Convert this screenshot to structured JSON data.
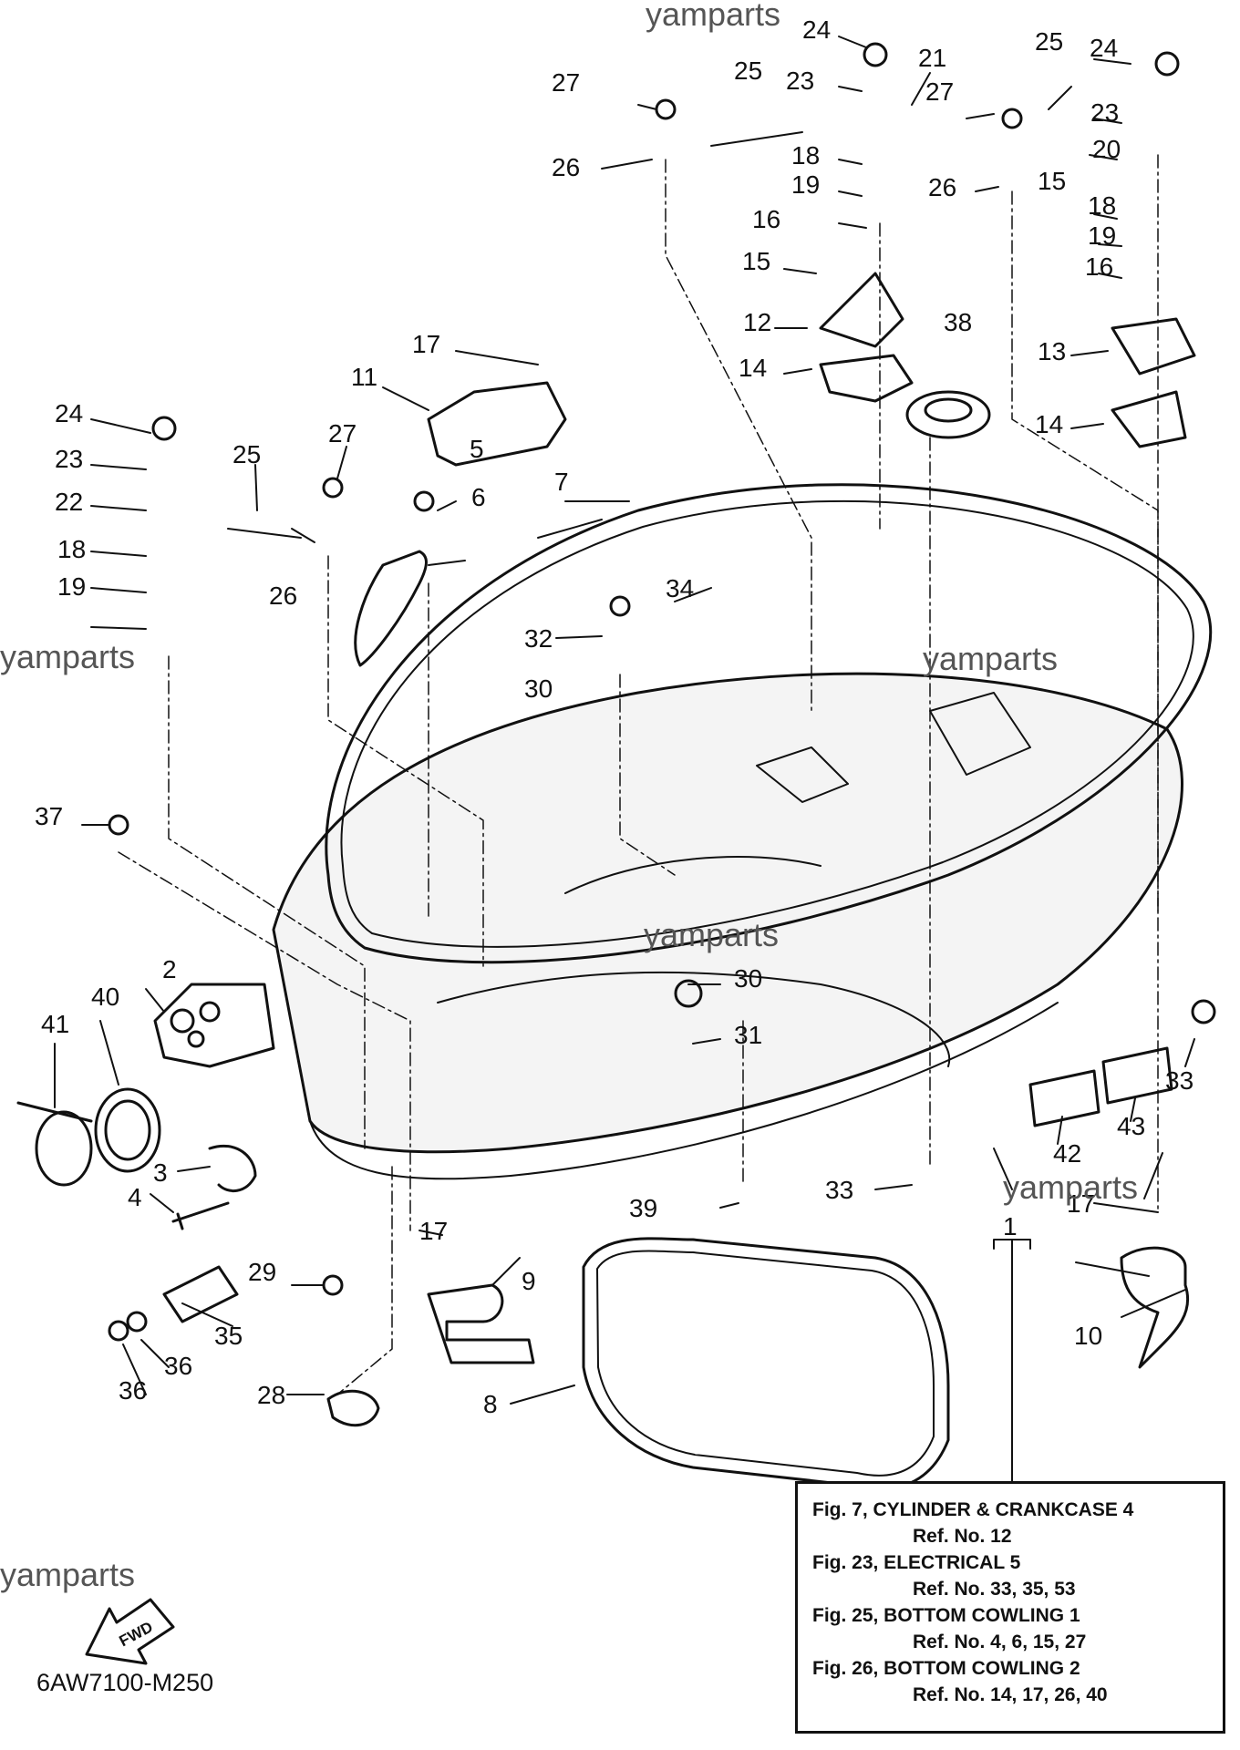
{
  "watermark": "yamparts",
  "diagram_code": "6AW7100-M250",
  "fwd_label": "FWD",
  "part_labels": [
    "1",
    "2",
    "3",
    "4",
    "5",
    "6",
    "7",
    "8",
    "9",
    "10",
    "11",
    "12",
    "13",
    "14",
    "15",
    "16",
    "17",
    "18",
    "19",
    "20",
    "21",
    "22",
    "23",
    "24",
    "25",
    "26",
    "27",
    "28",
    "29",
    "30",
    "31",
    "32",
    "33",
    "34",
    "35",
    "36",
    "37",
    "38",
    "39",
    "40",
    "41",
    "42",
    "43"
  ],
  "references": [
    {
      "figure": "Fig. 7, CYLINDER & CRANKCASE 4",
      "refs": "Ref. No. 12"
    },
    {
      "figure": "Fig. 23, ELECTRICAL 5",
      "refs": "Ref. No. 33, 35, 53"
    },
    {
      "figure": "Fig. 25, BOTTOM COWLING 1",
      "refs": "Ref. No. 4, 6, 15, 27"
    },
    {
      "figure": "Fig. 26, BOTTOM COWLING 2",
      "refs": "Ref. No. 14, 17, 26, 40"
    }
  ]
}
